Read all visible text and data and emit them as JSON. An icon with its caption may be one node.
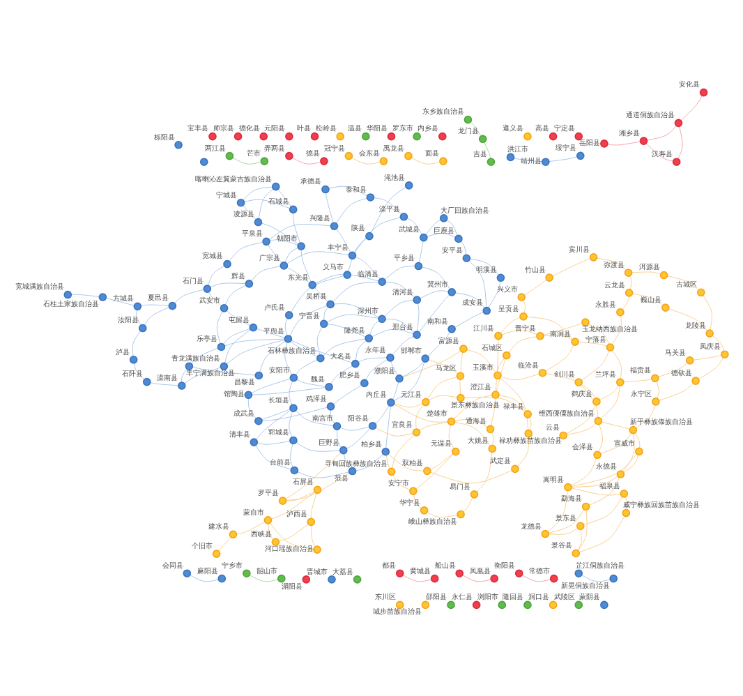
{
  "diagram": {
    "nodes": [
      {
        "text": [
          "禹龙县"
        ]
      },
      {
        "text": [
          "面县"
        ]
      },
      {
        "text": [
          "冠宁县"
        ]
      },
      {
        "text": [
          "会东县"
        ]
      },
      {
        "text": [],
        "shape": "circle"
      },
      {
        "text": [
          "弄两县"
        ]
      },
      {
        "text": [
          "湄阳县"
        ]
      },
      {
        "text": [
          "德县"
        ]
      },
      {
        "text": [
          "两江县"
        ]
      },
      {
        "text": [
          "芒市"
        ]
      },
      {
        "text": [
          "都县"
        ]
      },
      {
        "text": [
          "晋城市"
        ]
      },
      {
        "text": [
          "黄城县"
        ]
      },
      {
        "text": [
          "大荔县"
        ]
      },
      {
        "text": [
          "栎阳县"
        ]
      },
      {
        "text": [
          "船山县"
        ]
      },
      {
        "text": [
          "凤凰县"
        ]
      },
      {
        "text": [
          "永德县"
        ]
      },
      {
        "text": [
          "宣威市"
        ]
      },
      {
        "text": [
          "景东县"
        ]
      },
      {
        "text": [
          "龙德县"
        ]
      },
      {
        "text": [
          "勐海县"
        ]
      },
      {
        "text": [
          "景谷县"
        ]
      },
      {
        "text": [
          "威宁彝族回族苗族自治县"
        ]
      },
      {
        "text": [
          "福泉县"
        ]
      },
      {
        "text": [
          "嵩明县"
        ]
      },
      {
        "text": [
          "会泽县"
        ]
      },
      {
        "text": [
          "新平彝族傣族自治县"
        ]
      },
      {
        "text": [
          "永宁区"
        ]
      },
      {
        "text": [
          "德钦县"
        ]
      },
      {
        "text": [
          "维西傈僳族自治县"
        ]
      },
      {
        "text": [
          "福贡县"
        ]
      },
      {
        "text": [
          "兰坪县"
        ]
      },
      {
        "text": [
          "鹤庆县"
        ]
      },
      {
        "text": [
          "云县"
        ]
      },
      {
        "text": [
          "马关县"
        ]
      },
      {
        "text": [
          "凤庆县"
        ]
      },
      {
        "text": [
          "龙陵县"
        ]
      },
      {
        "text": [
          "古城区"
        ]
      },
      {
        "text": [
          "云龙县"
        ]
      },
      {
        "text": [
          "巍山县"
        ]
      },
      {
        "text": [
          "洱源县"
        ]
      },
      {
        "text": [
          "宁蒗县"
        ]
      },
      {
        "text": [
          "剑川县"
        ]
      },
      {
        "text": [
          "永胜县"
        ]
      },
      {
        "text": [
          "玉龙纳西族自治县"
        ]
      },
      {
        "text": [
          "弥渡县"
        ]
      },
      {
        "text": [
          "宁定县"
        ]
      },
      {
        "text": [
          "宾川县"
        ]
      },
      {
        "text": [
          "高县"
        ]
      },
      {
        "text": [
          "竹山县"
        ]
      },
      {
        "text": [
          "遵义县"
        ]
      },
      {
        "text": [
          "兴义市"
        ]
      },
      {
        "text": [
          "内乡县"
        ]
      },
      {
        "text": [
          "罗东市"
        ]
      },
      {
        "text": [
          "华阳县"
        ]
      },
      {
        "text": [
          "温县"
        ]
      },
      {
        "text": [
          "松岭县"
        ]
      },
      {
        "text": [
          "南涧县"
        ]
      },
      {
        "text": [
          "晋宁县"
        ]
      },
      {
        "text": [
          "呈贡县"
        ]
      },
      {
        "text": [
          "石城区"
        ]
      },
      {
        "text": [
          "江川县"
        ]
      },
      {
        "text": [
          "澄江县"
        ]
      },
      {
        "text": [
          "通海县"
        ]
      },
      {
        "text": [
          "大姚县"
        ]
      },
      {
        "text": [
          "楚雄市"
        ]
      },
      {
        "text": [
          "易门县"
        ]
      },
      {
        "text": [
          "峨山彝族自治县"
        ]
      },
      {
        "text": [
          "华宁县"
        ]
      },
      {
        "text": [
          "安宁市"
        ]
      },
      {
        "text": [
          "元谋县"
        ]
      },
      {
        "text": [
          "双柏县"
        ]
      },
      {
        "text": [
          "武定县"
        ]
      },
      {
        "text": [
          "禄劝彝族苗族自治县"
        ]
      },
      {
        "text": [
          "玉溪市"
        ]
      },
      {
        "text": [
          "临沧县"
        ]
      },
      {
        "text": [
          "禄丰县"
        ]
      },
      {
        "text": [
          "富源县"
        ]
      },
      {
        "text": [
          "马龙区"
        ]
      },
      {
        "text": [
          "元江县"
        ]
      },
      {
        "text": [
          "宜良县"
        ]
      },
      {
        "text": [
          "寻甸回族彝族自治县"
        ]
      },
      {
        "text": [
          "景东彝族自治县"
        ]
      },
      {
        "text": [
          "宁城县"
        ]
      },
      {
        "text": [
          "石城县"
        ]
      },
      {
        "text": [
          "喀喇沁左翼蒙古族自治县"
        ]
      },
      {
        "text": [
          "凌源县"
        ]
      },
      {
        "text": [
          "承德县"
        ]
      },
      {
        "text": [
          "朝阳市"
        ]
      },
      {
        "text": [
          "泰和县"
        ]
      },
      {
        "text": [
          "兴隆县"
        ]
      },
      {
        "text": [
          "平泉县"
        ]
      },
      {
        "text": [
          "宽城县"
        ]
      },
      {
        "text": [
          "滦平县"
        ]
      },
      {
        "text": [
          "丰宁县"
        ]
      },
      {
        "text": [
          "广宗县"
        ]
      },
      {
        "text": [
          "巨鹿县"
        ]
      },
      {
        "text": [
          "大厂回族自治县"
        ]
      },
      {
        "text": [
          "安平县"
        ]
      },
      {
        "text": [
          "明溪县"
        ]
      },
      {
        "text": [
          "东光县"
        ]
      },
      {
        "text": [
          "武城县"
        ]
      },
      {
        "text": [
          "平乡县"
        ]
      },
      {
        "text": [
          "临清县"
        ]
      },
      {
        "text": [
          "吴桥县"
        ]
      },
      {
        "text": [
          "成安县"
        ]
      },
      {
        "text": [
          "冀州市"
        ]
      },
      {
        "text": [
          "清河县"
        ]
      },
      {
        "text": [
          "深州市"
        ]
      },
      {
        "text": [
          "宁晋县"
        ]
      },
      {
        "text": [
          "南和县"
        ]
      },
      {
        "text": [
          "石门县"
        ]
      },
      {
        "text": [
          "夏邑县"
        ]
      },
      {
        "text": [
          "汝阳县"
        ]
      },
      {
        "text": [
          "方城县"
        ]
      },
      {
        "text": [
          "叶县"
        ]
      },
      {
        "text": [
          "石柱土家族自治县"
        ]
      },
      {
        "text": [
          "辉县"
        ]
      },
      {
        "text": [
          "武安市"
        ]
      },
      {
        "text": [
          "泸县"
        ]
      },
      {
        "text": [
          "元阳县"
        ]
      },
      {
        "text": [
          "德化县"
        ]
      },
      {
        "text": [
          "师宗县"
        ]
      },
      {
        "text": [
          "宝丰县"
        ]
      },
      {
        "text": [
          "宽城满族自治县"
        ]
      },
      {
        "text": [
          "东川区"
        ]
      },
      {
        "text": [
          "东乡族自治县"
        ]
      },
      {
        "text": [
          "石阡县"
        ]
      },
      {
        "text": [
          "屯留县"
        ]
      },
      {
        "text": [
          "青龙满族自治县"
        ]
      },
      {
        "text": [
          "滦南县"
        ]
      },
      {
        "text": [
          "乐亭县"
        ]
      },
      {
        "text": [
          "丰宁满族自治县"
        ]
      },
      {
        "text": [
          "昌黎县"
        ]
      },
      {
        "text": [
          "龙门县"
        ]
      },
      {
        "text": [
          "城步苗族自治县"
        ]
      },
      {
        "text": [
          "吉县"
        ]
      },
      {
        "text": [
          "岳阳县"
        ]
      },
      {
        "text": [
          "邵阳县"
        ]
      },
      {
        "text": [
          "湘乡县"
        ]
      },
      {
        "text": [
          "汉寿县"
        ]
      },
      {
        "text": [
          "永仁县"
        ]
      },
      {
        "text": [
          "浏阳市"
        ]
      },
      {
        "text": [
          "通道侗族自治县"
        ]
      },
      {
        "text": [
          "衡阳县"
        ]
      },
      {
        "text": [
          "隆回县"
        ]
      },
      {
        "text": [
          "安化县"
        ]
      },
      {
        "text": [
          "常德市"
        ]
      },
      {
        "text": [
          "洞口县"
        ]
      },
      {
        "text": [
          "武陵区"
        ]
      },
      {
        "text": [
          "芷江侗族自治县"
        ]
      },
      {
        "text": [
          "新晃侗族自治县"
        ]
      },
      {
        "text": [
          "洪江市"
        ]
      },
      {
        "text": [
          "绥宁县"
        ]
      },
      {
        "text": [
          "会同县"
        ]
      },
      {
        "text": [
          "靖州县"
        ]
      },
      {
        "text": [
          "麻阳县"
        ]
      },
      {
        "text": [
          "宁乡市"
        ]
      },
      {
        "text": [
          "韶山市"
        ]
      },
      {
        "text": [
          "卢氏县"
        ]
      },
      {
        "text": [
          "义马市"
        ]
      },
      {
        "text": [
          "陕县"
        ]
      },
      {
        "text": [
          "渑池县"
        ]
      },
      {
        "text": [
          "平舆县"
        ]
      },
      {
        "text": [
          "邢台县"
        ]
      },
      {
        "text": [
          "石林彝族自治县"
        ]
      },
      {
        "text": [
          "隆尧县"
        ]
      },
      {
        "text": [
          "永年县"
        ]
      },
      {
        "text": [
          "大名县"
        ]
      },
      {
        "text": [
          "魏县"
        ]
      },
      {
        "text": [
          "馆陶县"
        ]
      },
      {
        "text": [
          "安阳市"
        ]
      },
      {
        "text": [
          "肥乡县"
        ]
      },
      {
        "text": [
          "鸡泽县"
        ]
      },
      {
        "text": [
          "成武县"
        ]
      },
      {
        "text": [
          "邯郸市"
        ]
      },
      {
        "text": [
          "濮阳县"
        ]
      },
      {
        "text": [
          "内丘县"
        ]
      },
      {
        "text": [
          "阳谷县"
        ]
      },
      {
        "text": [
          "南宫市"
        ]
      },
      {
        "text": [
          "长垣县"
        ]
      },
      {
        "text": [
          "巨野县"
        ]
      },
      {
        "text": [
          "郓城县"
        ]
      },
      {
        "text": [
          "范县"
        ]
      },
      {
        "text": [
          "台前县"
        ]
      },
      {
        "text": [
          "清丰县"
        ]
      },
      {
        "text": [
          "柏乡县"
        ]
      },
      {
        "text": [
          "蒙阴县"
        ]
      },
      {
        "text": [
          "罗平县"
        ]
      },
      {
        "text": [
          "石屏县"
        ]
      },
      {
        "text": [
          "泸西县"
        ]
      },
      {
        "text": [
          "河口瑶族自治县"
        ]
      },
      {
        "text": [
          "蒙自市"
        ]
      },
      {
        "text": [
          "建水县"
        ]
      },
      {
        "text": [
          "个旧市"
        ]
      },
      {
        "text": [
          "西峡县"
        ]
      }
    ],
    "edges": [
      {
        "from": 0,
        "to": 1,
        "arrow": "none",
        "color": "#f9cf8f"
      },
      {
        "from": 2,
        "to": 3,
        "arrow": "none",
        "color": "#f9cf8f"
      },
      {
        "from": 5,
        "to": 7,
        "arrow": "none",
        "color": "#f5a3aa"
      },
      {
        "from": 10,
        "to": 12,
        "arrow": "none",
        "color": "#f5a3aa"
      },
      {
        "from": 15,
        "to": 16,
        "arrow": "none",
        "color": "#f5a3aa"
      },
      {
        "from": 8,
        "to": 9,
        "arrow": "none",
        "color": "#a6d99b"
      },
      {
        "from": 17,
        "to": 18,
        "arrow": "none",
        "color": "#f9cf8f"
      },
      {
        "from": 17,
        "to": 21,
        "arrow": "none",
        "color": "#f9cf8f"
      },
      {
        "from": 17,
        "to": 25,
        "arrow": "none",
        "color": "#f9cf8f"
      },
      {
        "from": 18,
        "to": 25,
        "arrow": "none",
        "color": "#f9cf8f"
      },
      {
        "from": 18,
        "to": 27,
        "arrow": "none",
        "color": "#f9cf8f"
      },
      {
        "from": 19,
        "to": 20,
        "arrow": "none",
        "color": "#f9cf8f"
      },
      {
        "from": 19,
        "to": 22,
        "arrow": "none",
        "color": "#f9cf8f"
      },
      {
        "from": 20,
        "to": 21,
        "arrow": "none",
        "color": "#f9cf8f"
      },
      {
        "from": 20,
        "to": 25,
        "arrow": "none",
        "color": "#f9cf8f"
      },
      {
        "from": 21,
        "to": 22,
        "arrow": "none",
        "color": "#f9cf8f"
      },
      {
        "from": 22,
        "to": 23,
        "arrow": "none",
        "color": "#f9cf8f"
      },
      {
        "from": 23,
        "to": 24,
        "arrow": "none",
        "color": "#f9cf8f"
      },
      {
        "from": 24,
        "to": 25,
        "arrow": "none",
        "color": "#f9cf8f"
      },
      {
        "from": 25,
        "to": 26,
        "arrow": "none",
        "color": "#f9cf8f"
      },
      {
        "from": 26,
        "to": 27,
        "arrow": "none",
        "color": "#f9cf8f"
      },
      {
        "from": 17,
        "to": 27,
        "arrow": "none",
        "color": "#f9cf8f"
      },
      {
        "from": 19,
        "to": 24,
        "arrow": "none",
        "color": "#f9cf8f"
      },
      {
        "from": 26,
        "to": 30,
        "arrow": "none",
        "color": "#f9cf8f"
      },
      {
        "from": 27,
        "to": 30,
        "arrow": "none",
        "color": "#f9cf8f"
      },
      {
        "from": 28,
        "to": 27,
        "arrow": "none",
        "color": "#f9cf8f"
      },
      {
        "from": 28,
        "to": 31,
        "arrow": "none",
        "color": "#f9cf8f"
      },
      {
        "from": 29,
        "to": 36,
        "arrow": "none",
        "color": "#f9cf8f"
      },
      {
        "from": 30,
        "to": 32,
        "arrow": "none",
        "color": "#f9cf8f"
      },
      {
        "from": 30,
        "to": 34,
        "arrow": "none",
        "color": "#f9cf8f"
      },
      {
        "from": 31,
        "to": 32,
        "arrow": "none",
        "color": "#f9cf8f"
      },
      {
        "from": 32,
        "to": 33,
        "arrow": "none",
        "color": "#f9cf8f"
      },
      {
        "from": 33,
        "to": 34,
        "arrow": "none",
        "color": "#f9cf8f"
      },
      {
        "from": 31,
        "to": 35,
        "arrow": "none",
        "color": "#f9cf8f"
      },
      {
        "from": 35,
        "to": 36,
        "arrow": "none",
        "color": "#f9cf8f"
      },
      {
        "from": 36,
        "to": 37,
        "arrow": "none",
        "color": "#f9cf8f"
      },
      {
        "from": 37,
        "to": 38,
        "arrow": "none",
        "color": "#f9cf8f"
      },
      {
        "from": 38,
        "to": 41,
        "arrow": "none",
        "color": "#f9cf8f"
      },
      {
        "from": 39,
        "to": 40,
        "arrow": "none",
        "color": "#f9cf8f"
      },
      {
        "from": 40,
        "to": 37,
        "arrow": "none",
        "color": "#f9cf8f"
      },
      {
        "from": 41,
        "to": 46,
        "arrow": "none",
        "color": "#f9cf8f"
      },
      {
        "from": 39,
        "to": 46,
        "arrow": "none",
        "color": "#f9cf8f"
      },
      {
        "from": 42,
        "to": 43,
        "arrow": "none",
        "color": "#f9cf8f"
      },
      {
        "from": 42,
        "to": 44,
        "arrow": "none",
        "color": "#f9cf8f"
      },
      {
        "from": 42,
        "to": 45,
        "arrow": "none",
        "color": "#f9cf8f"
      },
      {
        "from": 43,
        "to": 33,
        "arrow": "none",
        "color": "#f9cf8f"
      },
      {
        "from": 43,
        "to": 30,
        "arrow": "none",
        "color": "#f9cf8f"
      },
      {
        "from": 42,
        "to": 32,
        "arrow": "none",
        "color": "#f9cf8f"
      },
      {
        "from": 44,
        "to": 39,
        "arrow": "none",
        "color": "#f9cf8f"
      },
      {
        "from": 45,
        "to": 59,
        "arrow": "none",
        "color": "#f9cf8f"
      },
      {
        "from": 42,
        "to": 58,
        "arrow": "none",
        "color": "#f9cf8f"
      },
      {
        "from": 58,
        "to": 59,
        "arrow": "none",
        "color": "#f9cf8f"
      },
      {
        "from": 48,
        "to": 50,
        "arrow": "none",
        "color": "#f9cf8f"
      },
      {
        "from": 50,
        "to": 52,
        "arrow": "none",
        "color": "#f9cf8f"
      },
      {
        "from": 52,
        "to": 60,
        "arrow": "none",
        "color": "#f9cf8f"
      },
      {
        "from": 46,
        "to": 48,
        "arrow": "none",
        "color": "#f9cf8f"
      },
      {
        "from": 58,
        "to": 60,
        "arrow": "none",
        "color": "#f9cf8f"
      },
      {
        "from": 59,
        "to": 61,
        "arrow": "none",
        "color": "#f9cf8f"
      },
      {
        "from": 59,
        "to": 62,
        "arrow": "none",
        "color": "#f9cf8f"
      },
      {
        "from": 60,
        "to": 62,
        "arrow": "none",
        "color": "#f9cf8f"
      },
      {
        "from": 61,
        "to": 63,
        "arrow": "none",
        "color": "#f9cf8f"
      },
      {
        "from": 62,
        "to": 63,
        "arrow": "none",
        "color": "#f9cf8f"
      },
      {
        "from": 63,
        "to": 64,
        "arrow": "none",
        "color": "#f9cf8f"
      },
      {
        "from": 64,
        "to": 65,
        "arrow": "none",
        "color": "#f9cf8f"
      },
      {
        "from": 65,
        "to": 67,
        "arrow": "none",
        "color": "#f9cf8f"
      },
      {
        "from": 67,
        "to": 68,
        "arrow": "none",
        "color": "#f9cf8f"
      },
      {
        "from": 68,
        "to": 69,
        "arrow": "none",
        "color": "#f9cf8f"
      },
      {
        "from": 66,
        "to": 64,
        "arrow": "none",
        "color": "#f9cf8f"
      },
      {
        "from": 66,
        "to": 65,
        "arrow": "none",
        "color": "#f9cf8f"
      },
      {
        "from": 66,
        "to": 71,
        "arrow": "none",
        "color": "#f9cf8f"
      },
      {
        "from": 69,
        "to": 70,
        "arrow": "none",
        "color": "#f9cf8f"
      },
      {
        "from": 70,
        "to": 71,
        "arrow": "none",
        "color": "#f9cf8f"
      },
      {
        "from": 71,
        "to": 72,
        "arrow": "none",
        "color": "#f9cf8f"
      },
      {
        "from": 72,
        "to": 73,
        "arrow": "none",
        "color": "#f9cf8f"
      },
      {
        "from": 73,
        "to": 74,
        "arrow": "none",
        "color": "#f9cf8f"
      },
      {
        "from": 74,
        "to": 75,
        "arrow": "none",
        "color": "#f9cf8f"
      },
      {
        "from": 75,
        "to": 76,
        "arrow": "none",
        "color": "#f9cf8f"
      },
      {
        "from": 76,
        "to": 58,
        "arrow": "none",
        "color": "#f9cf8f"
      },
      {
        "from": 74,
        "to": 77,
        "arrow": "none",
        "color": "#f9cf8f"
      },
      {
        "from": 77,
        "to": 63,
        "arrow": "none",
        "color": "#f9cf8f"
      },
      {
        "from": 75,
        "to": 78,
        "arrow": "none",
        "color": "#f9cf8f"
      },
      {
        "from": 78,
        "to": 79,
        "arrow": "none",
        "color": "#f9cf8f"
      },
      {
        "from": 79,
        "to": 80,
        "arrow": "none",
        "color": "#f9cf8f"
      },
      {
        "from": 80,
        "to": 81,
        "arrow": "none",
        "color": "#f9cf8f"
      },
      {
        "from": 81,
        "to": 66,
        "arrow": "none",
        "color": "#f9cf8f"
      },
      {
        "from": 81,
        "to": 82,
        "arrow": "none",
        "color": "#f9cf8f"
      },
      {
        "from": 82,
        "to": 70,
        "arrow": "none",
        "color": "#f9cf8f"
      },
      {
        "from": 83,
        "to": 79,
        "arrow": "none",
        "color": "#f9cf8f"
      },
      {
        "from": 83,
        "to": 80,
        "arrow": "none",
        "color": "#f9cf8f"
      },
      {
        "from": 77,
        "to": 83,
        "arrow": "none",
        "color": "#f9cf8f"
      },
      {
        "from": 29,
        "to": 28,
        "arrow": "none",
        "color": "#f9cf8f"
      },
      {
        "from": 66,
        "to": 63,
        "arrow": "none",
        "color": "#f9cf8f"
      },
      {
        "from": 76,
        "to": 43,
        "arrow": "none",
        "color": "#f9cf8f"
      },
      {
        "from": 61,
        "to": 75,
        "arrow": "none",
        "color": "#f9cf8f"
      },
      {
        "from": 79,
        "to": 176,
        "arrow": "none",
        "color": "#f9cf8f"
      },
      {
        "from": 81,
        "to": 179,
        "arrow": "none",
        "color": "#f9cf8f"
      },
      {
        "from": 80,
        "to": 178,
        "arrow": "none",
        "color": "#f9cf8f"
      },
      {
        "from": 82,
        "to": 187,
        "arrow": "none",
        "color": "#f9cf8f"
      },
      {
        "from": 66,
        "to": 178,
        "arrow": "none",
        "color": "#f9cf8f"
      },
      {
        "from": 72,
        "to": 187,
        "arrow": "none",
        "color": "#f9cf8f"
      },
      {
        "from": 78,
        "to": 177,
        "arrow": "none",
        "color": "#f9cf8f"
      },
      {
        "from": 189,
        "to": 190,
        "arrow": "none",
        "color": "#f9cf8f"
      },
      {
        "from": 190,
        "to": 191,
        "arrow": "none",
        "color": "#f9cf8f"
      },
      {
        "from": 191,
        "to": 192,
        "arrow": "none",
        "color": "#f9cf8f"
      },
      {
        "from": 192,
        "to": 193,
        "arrow": "none",
        "color": "#f9cf8f"
      },
      {
        "from": 193,
        "to": 194,
        "arrow": "none",
        "color": "#f9cf8f"
      },
      {
        "from": 194,
        "to": 195,
        "arrow": "none",
        "color": "#f9cf8f"
      },
      {
        "from": 190,
        "to": 193,
        "arrow": "none",
        "color": "#f9cf8f"
      },
      {
        "from": 191,
        "to": 196,
        "arrow": "none",
        "color": "#f9cf8f"
      },
      {
        "from": 196,
        "to": 193,
        "arrow": "none",
        "color": "#f9cf8f"
      },
      {
        "from": 189,
        "to": 182,
        "arrow": "none",
        "color": "#f9cf8f"
      },
      {
        "from": 189,
        "to": 184,
        "arrow": "none",
        "color": "#f9cf8f"
      },
      {
        "from": 138,
        "to": 140,
        "arrow": "none",
        "color": "#f5a3aa"
      },
      {
        "from": 140,
        "to": 141,
        "arrow": "none",
        "color": "#f5a3aa"
      },
      {
        "from": 140,
        "to": 144,
        "arrow": "none",
        "color": "#f5a3aa"
      },
      {
        "from": 141,
        "to": 144,
        "arrow": "none",
        "color": "#f5a3aa"
      },
      {
        "from": 144,
        "to": 147,
        "arrow": "none",
        "color": "#f5a3aa"
      },
      {
        "from": 145,
        "to": 148,
        "arrow": "none",
        "color": "#f5a3aa"
      },
      {
        "from": 127,
        "to": 135,
        "arrow": "none",
        "color": "#a6d99b"
      },
      {
        "from": 135,
        "to": 137,
        "arrow": "none",
        "color": "#a6d99b"
      },
      {
        "from": 158,
        "to": 159,
        "arrow": "none",
        "color": "#a6d99b"
      },
      {
        "from": 84,
        "to": 85,
        "arrow": "none"
      },
      {
        "from": 84,
        "to": 86,
        "arrow": "none"
      },
      {
        "from": 85,
        "to": 86,
        "arrow": "none"
      },
      {
        "from": 86,
        "to": 87,
        "arrow": "none"
      },
      {
        "from": 84,
        "to": 87,
        "arrow": "none"
      },
      {
        "from": 85,
        "to": 89,
        "arrow": "none"
      },
      {
        "from": 87,
        "to": 89,
        "arrow": "none"
      },
      {
        "from": 88,
        "to": 90,
        "arrow": "none"
      },
      {
        "from": 88,
        "to": 91,
        "arrow": "none"
      },
      {
        "from": 89,
        "to": 92,
        "arrow": "none"
      },
      {
        "from": 89,
        "to": 101,
        "arrow": "none"
      },
      {
        "from": 90,
        "to": 91,
        "arrow": "none"
      },
      {
        "from": 90,
        "to": 94,
        "arrow": "none"
      },
      {
        "from": 91,
        "to": 92,
        "arrow": "none"
      },
      {
        "from": 91,
        "to": 95,
        "arrow": "none"
      },
      {
        "from": 92,
        "to": 93,
        "arrow": "none"
      },
      {
        "from": 93,
        "to": 112,
        "arrow": "none"
      },
      {
        "from": 92,
        "to": 96,
        "arrow": "none"
      },
      {
        "from": 94,
        "to": 95,
        "arrow": "none"
      },
      {
        "from": 95,
        "to": 96,
        "arrow": "none"
      },
      {
        "from": 94,
        "to": 102,
        "arrow": "none"
      },
      {
        "from": 95,
        "to": 104,
        "arrow": "none"
      },
      {
        "from": 96,
        "to": 101,
        "arrow": "none"
      },
      {
        "from": 89,
        "to": 96,
        "arrow": "none"
      },
      {
        "from": 97,
        "to": 98,
        "arrow": "none"
      },
      {
        "from": 97,
        "to": 99,
        "arrow": "none"
      },
      {
        "from": 98,
        "to": 102,
        "arrow": "none"
      },
      {
        "from": 99,
        "to": 100,
        "arrow": "none"
      },
      {
        "from": 99,
        "to": 106,
        "arrow": "none"
      },
      {
        "from": 97,
        "to": 102,
        "arrow": "none"
      },
      {
        "from": 101,
        "to": 105,
        "arrow": "none"
      },
      {
        "from": 101,
        "to": 104,
        "arrow": "none"
      },
      {
        "from": 102,
        "to": 103,
        "arrow": "none"
      },
      {
        "from": 103,
        "to": 104,
        "arrow": "none"
      },
      {
        "from": 104,
        "to": 105,
        "arrow": "none"
      },
      {
        "from": 103,
        "to": 107,
        "arrow": "none"
      },
      {
        "from": 104,
        "to": 108,
        "arrow": "none"
      },
      {
        "from": 105,
        "to": 109,
        "arrow": "none"
      },
      {
        "from": 105,
        "to": 110,
        "arrow": "none"
      },
      {
        "from": 106,
        "to": 107,
        "arrow": "none"
      },
      {
        "from": 107,
        "to": 108,
        "arrow": "none"
      },
      {
        "from": 108,
        "to": 109,
        "arrow": "none"
      },
      {
        "from": 109,
        "to": 110,
        "arrow": "none"
      },
      {
        "from": 106,
        "to": 111,
        "arrow": "none"
      },
      {
        "from": 111,
        "to": 176,
        "arrow": "none"
      },
      {
        "from": 107,
        "to": 165,
        "arrow": "none"
      },
      {
        "from": 108,
        "to": 165,
        "arrow": "none"
      },
      {
        "from": 109,
        "to": 165,
        "arrow": "none"
      },
      {
        "from": 110,
        "to": 167,
        "arrow": "none"
      },
      {
        "from": 110,
        "to": 166,
        "arrow": "none"
      },
      {
        "from": 112,
        "to": 113,
        "arrow": "none"
      },
      {
        "from": 112,
        "to": 118,
        "arrow": "none"
      },
      {
        "from": 113,
        "to": 114,
        "arrow": "none"
      },
      {
        "from": 114,
        "to": 115,
        "arrow": "none"
      },
      {
        "from": 113,
        "to": 115,
        "arrow": "none"
      },
      {
        "from": 115,
        "to": 117,
        "arrow": "none"
      },
      {
        "from": 114,
        "to": 120,
        "arrow": "none"
      },
      {
        "from": 118,
        "to": 119,
        "arrow": "none"
      },
      {
        "from": 112,
        "to": 119,
        "arrow": "none"
      },
      {
        "from": 119,
        "to": 129,
        "arrow": "none"
      },
      {
        "from": 120,
        "to": 128,
        "arrow": "none"
      },
      {
        "from": 129,
        "to": 130,
        "arrow": "none"
      },
      {
        "from": 129,
        "to": 132,
        "arrow": "none"
      },
      {
        "from": 130,
        "to": 131,
        "arrow": "none"
      },
      {
        "from": 131,
        "to": 133,
        "arrow": "none"
      },
      {
        "from": 132,
        "to": 133,
        "arrow": "none"
      },
      {
        "from": 133,
        "to": 134,
        "arrow": "none"
      },
      {
        "from": 132,
        "to": 164,
        "arrow": "none"
      },
      {
        "from": 134,
        "to": 164,
        "arrow": "none"
      },
      {
        "from": 130,
        "to": 164,
        "arrow": "none"
      },
      {
        "from": 117,
        "to": 125,
        "arrow": "none"
      },
      {
        "from": 129,
        "to": 164,
        "arrow": "none"
      },
      {
        "from": 165,
        "to": 167,
        "arrow": "none"
      },
      {
        "from": 165,
        "to": 168,
        "arrow": "none"
      },
      {
        "from": 166,
        "to": 167,
        "arrow": "none"
      },
      {
        "from": 166,
        "to": 172,
        "arrow": "none"
      },
      {
        "from": 167,
        "to": 169,
        "arrow": "none"
      },
      {
        "from": 168,
        "to": 169,
        "arrow": "none"
      },
      {
        "from": 168,
        "to": 173,
        "arrow": "none"
      },
      {
        "from": 169,
        "to": 170,
        "arrow": "none"
      },
      {
        "from": 170,
        "to": 171,
        "arrow": "none"
      },
      {
        "from": 171,
        "to": 172,
        "arrow": "none"
      },
      {
        "from": 171,
        "to": 175,
        "arrow": "none"
      },
      {
        "from": 170,
        "to": 172,
        "arrow": "none"
      },
      {
        "from": 173,
        "to": 174,
        "arrow": "none"
      },
      {
        "from": 174,
        "to": 175,
        "arrow": "none"
      },
      {
        "from": 175,
        "to": 181,
        "arrow": "none"
      },
      {
        "from": 174,
        "to": 180,
        "arrow": "none"
      },
      {
        "from": 180,
        "to": 181,
        "arrow": "none"
      },
      {
        "from": 176,
        "to": 177,
        "arrow": "none"
      },
      {
        "from": 177,
        "to": 168,
        "arrow": "none"
      },
      {
        "from": 176,
        "to": 178,
        "arrow": "none"
      },
      {
        "from": 177,
        "to": 178,
        "arrow": "none"
      },
      {
        "from": 178,
        "to": 179,
        "arrow": "none"
      },
      {
        "from": 179,
        "to": 180,
        "arrow": "none"
      },
      {
        "from": 179,
        "to": 182,
        "arrow": "none"
      },
      {
        "from": 180,
        "to": 182,
        "arrow": "none"
      },
      {
        "from": 181,
        "to": 183,
        "arrow": "none"
      },
      {
        "from": 182,
        "to": 183,
        "arrow": "none"
      },
      {
        "from": 182,
        "to": 184,
        "arrow": "none"
      },
      {
        "from": 183,
        "to": 185,
        "arrow": "none"
      },
      {
        "from": 185,
        "to": 186,
        "arrow": "none"
      },
      {
        "from": 183,
        "to": 186,
        "arrow": "none"
      },
      {
        "from": 184,
        "to": 185,
        "arrow": "none"
      },
      {
        "from": 181,
        "to": 186,
        "arrow": "none"
      },
      {
        "from": 178,
        "to": 187,
        "arrow": "none"
      },
      {
        "from": 187,
        "to": 184,
        "arrow": "none"
      },
      {
        "from": 164,
        "to": 160,
        "arrow": "none"
      },
      {
        "from": 172,
        "to": 181,
        "arrow": "none"
      },
      {
        "from": 169,
        "to": 164,
        "arrow": "none"
      },
      {
        "from": 166,
        "to": 164,
        "arrow": "none"
      },
      {
        "from": 105,
        "to": 164,
        "arrow": "none"
      },
      {
        "from": 151,
        "to": 152,
        "arrow": "none"
      },
      {
        "from": 153,
        "to": 156,
        "arrow": "none"
      },
      {
        "from": 154,
        "to": 156,
        "arrow": "none"
      },
      {
        "from": 155,
        "to": 157,
        "arrow": "none"
      },
      {
        "from": 160,
        "to": 161,
        "arrow": "none"
      },
      {
        "from": 161,
        "to": 162,
        "arrow": "none"
      },
      {
        "from": 162,
        "to": 163,
        "arrow": "none"
      },
      {
        "from": 164,
        "to": 172,
        "arrow": "none"
      },
      {
        "from": 128,
        "to": 131,
        "arrow": "none"
      },
      {
        "from": 100,
        "to": 106,
        "arrow": "none"
      },
      {
        "from": 119,
        "to": 132,
        "arrow": "none"
      },
      {
        "from": 118,
        "to": 96,
        "arrow": "none"
      },
      {
        "from": 109,
        "to": 167,
        "arrow": "none"
      }
    ]
  }
}
